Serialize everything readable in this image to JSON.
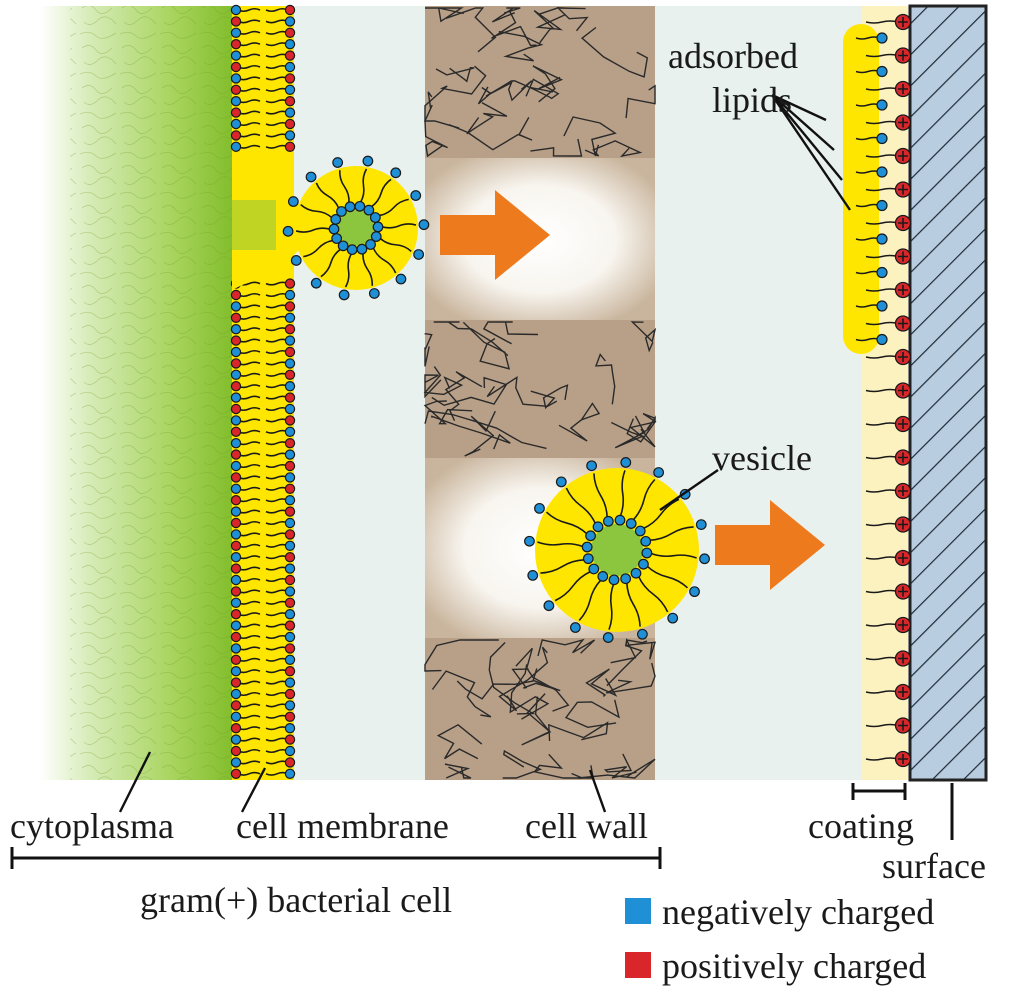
{
  "labels": {
    "cytoplasma": "cytoplasma",
    "cell_membrane": "cell membrane",
    "cell_wall": "cell wall",
    "coating": "coating",
    "surface": "surface",
    "bacterial_cell": "gram(+) bacterial cell",
    "adsorbed_1": "adsorbed",
    "adsorbed_2": "lipids",
    "vesicle": "vesicle"
  },
  "legend": {
    "negative": "negatively charged",
    "positive": "positively charged"
  },
  "colors": {
    "negative": "#1f8fd6",
    "positive": "#d9262b",
    "lipid_yellow": "#ffe600",
    "arrow": "#ee7a1e",
    "cell_wall": "#b8a088",
    "surface": "#b9cde0",
    "coating": "#fbf2c0",
    "background": "#e9f1ee",
    "cytoplasm": "#8cc63f"
  },
  "icons": {
    "arrow_upper": "arrow-right-icon",
    "arrow_lower": "arrow-right-icon"
  }
}
